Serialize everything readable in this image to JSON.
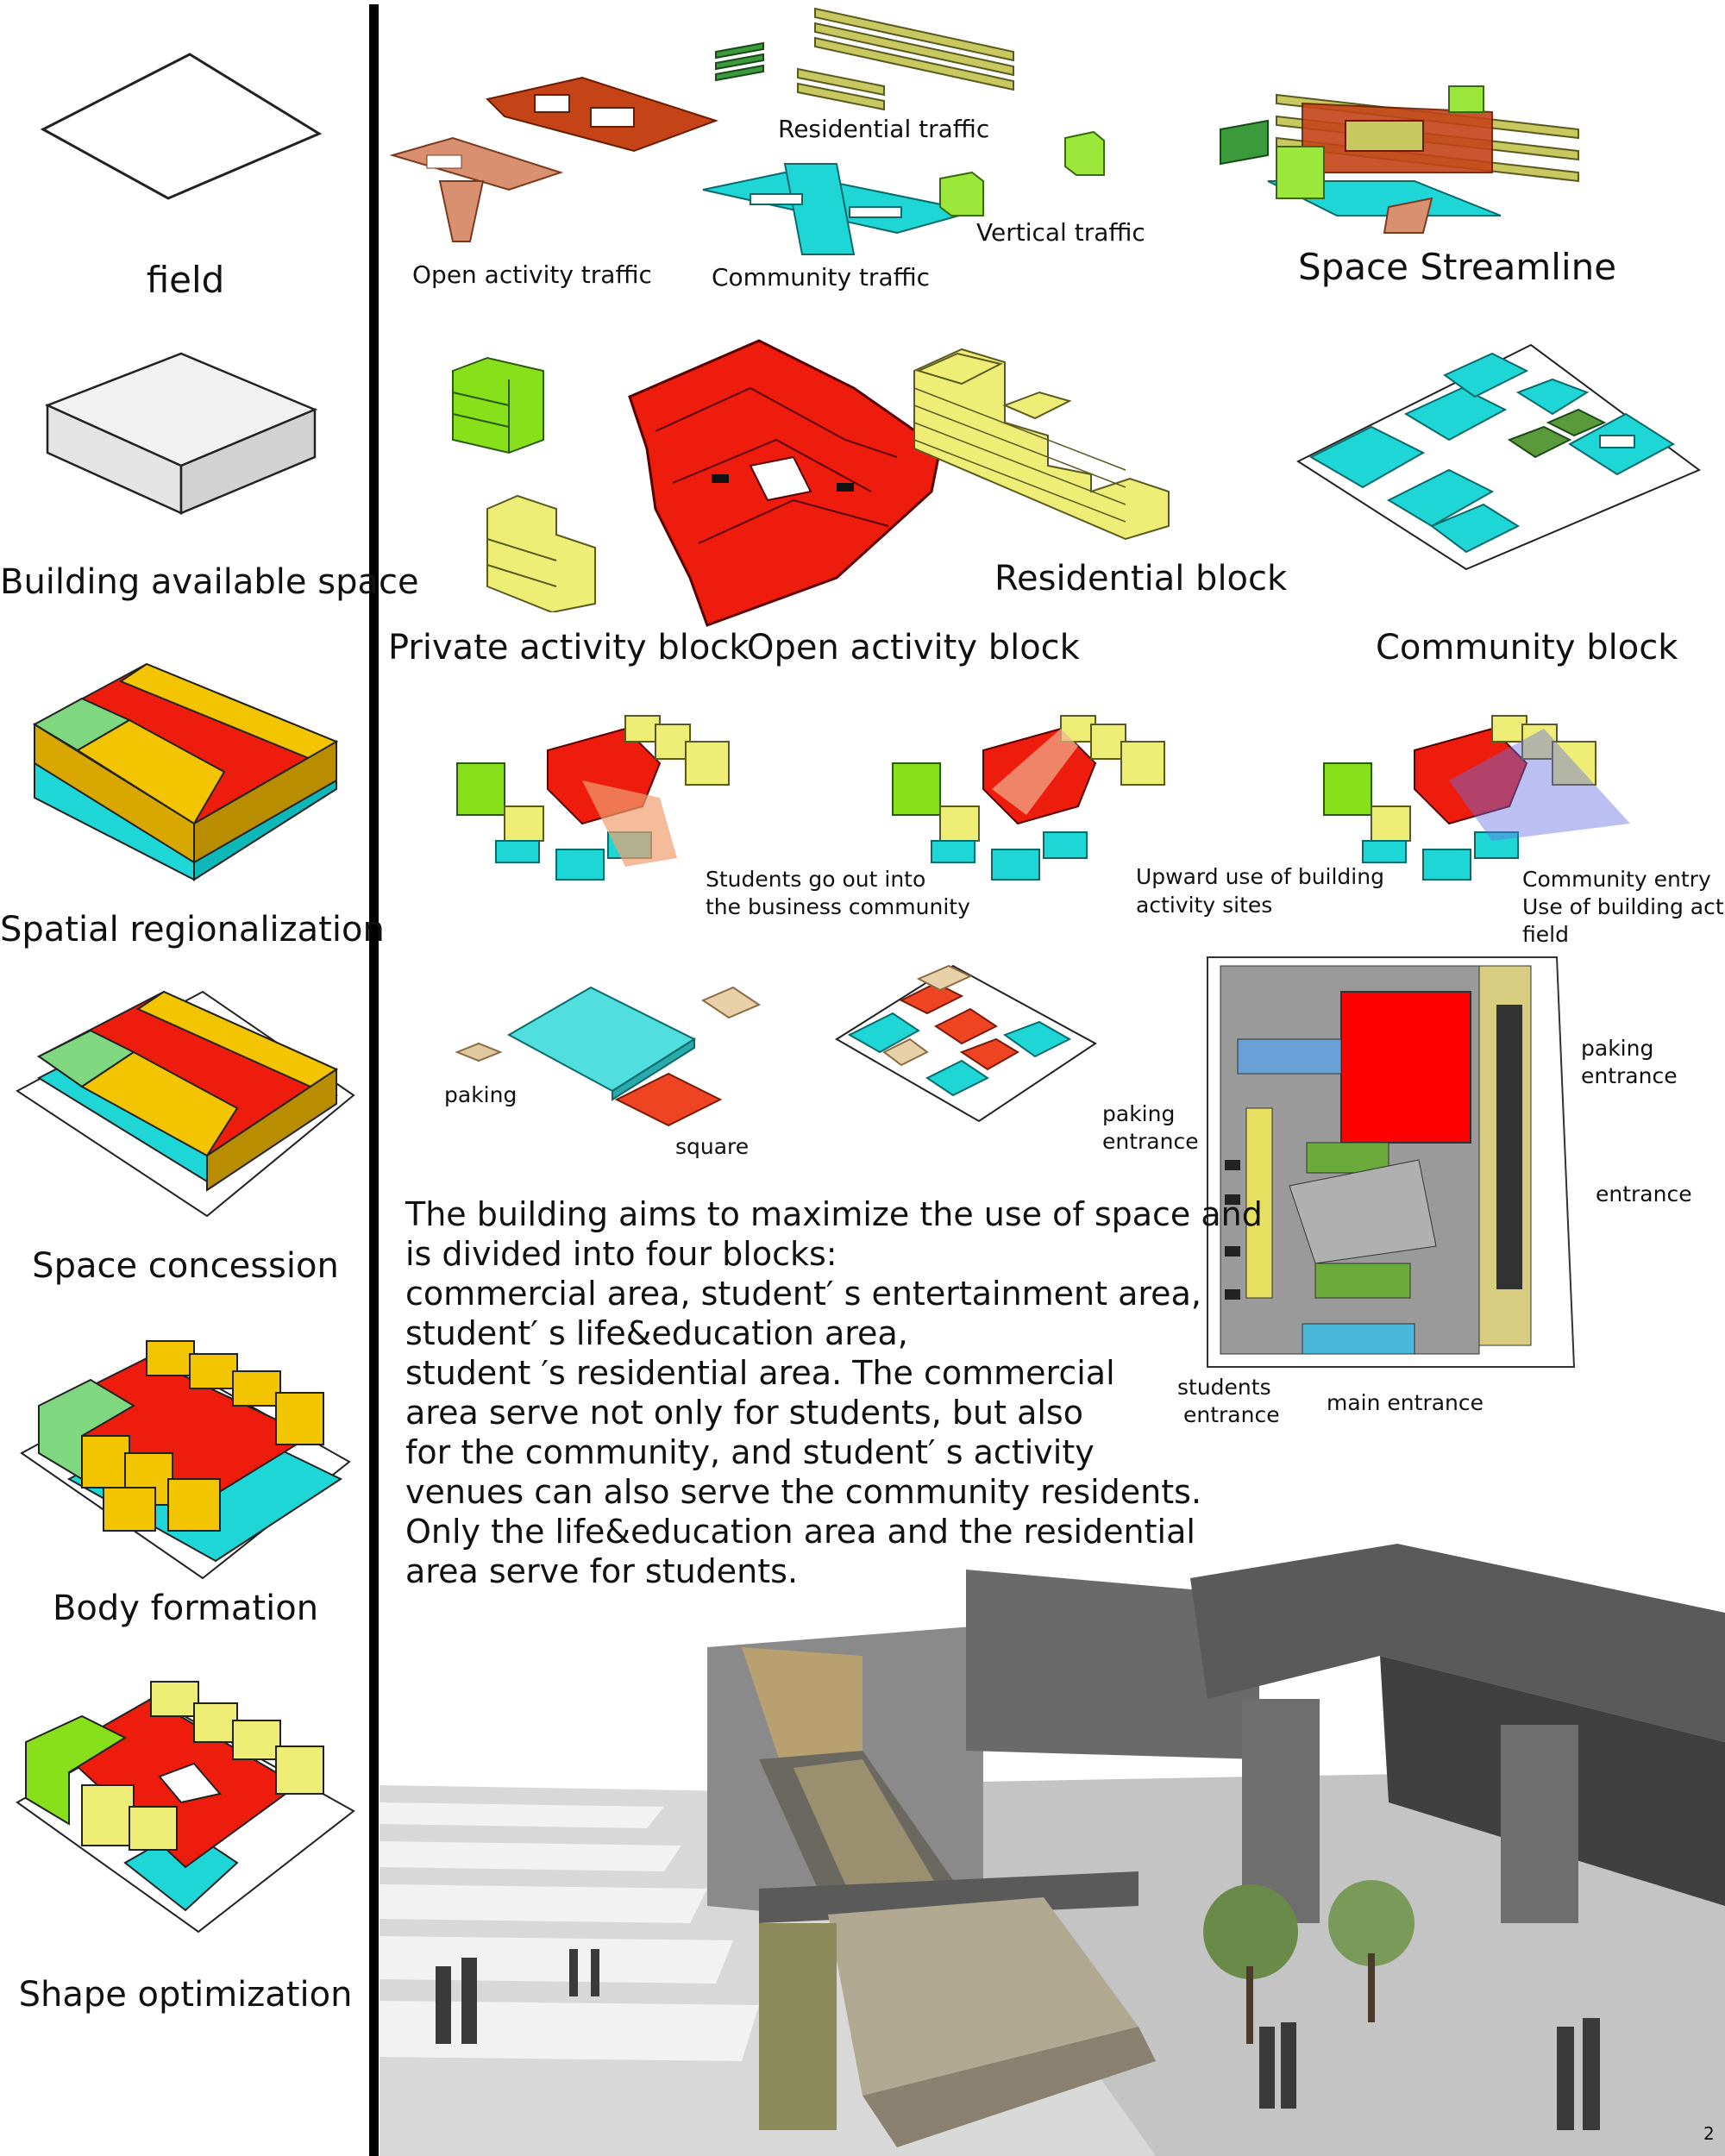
{
  "steps": [
    {
      "label": "field"
    },
    {
      "label": "Building available space"
    },
    {
      "label": "Spatial regionalization"
    },
    {
      "label": "Space concession"
    },
    {
      "label": "Body formation"
    },
    {
      "label": "Shape optimization"
    }
  ],
  "traffic": {
    "residential": "Residential traffic",
    "vertical": "Vertical traffic",
    "open_activity": "Open activity traffic",
    "community": "Community traffic",
    "streamline": "Space Streamline"
  },
  "blocks": {
    "private": "Private activity block",
    "open": "Open activity block",
    "residential": "Residential block",
    "community": "Community block"
  },
  "flows": {
    "students_line1": "Students go out into",
    "students_line2": "the business community",
    "upward_line1": "Upward use of building",
    "upward_line2": "activity sites",
    "community_line1": "Community entry",
    "community_line2": "Use of building acti",
    "community_line3": "field"
  },
  "parking": {
    "paking": "paking",
    "square": "square"
  },
  "plan": {
    "paking_entrance_left_1": "paking",
    "paking_entrance_left_2": "entrance",
    "paking_entrance_right_1": "paking",
    "paking_entrance_right_2": "entrance",
    "entrance": "entrance",
    "students_entrance_1": "students",
    "students_entrance_2": "entrance",
    "main_entrance": "main entrance"
  },
  "description": [
    "The building aims to maximize the use of space and",
    "is divided into four blocks:",
    " commercial area, student′ s entertainment area,",
    "student′ s life&education area,",
    " student ′s residential area. The commercial",
    "area serve not  only for students, but also",
    " for the community, and student′ s activity",
    "venues can also serve the community residents.",
    " Only the life&education area and the  residential",
    "area serve for students."
  ],
  "page_number": "2",
  "colors": {
    "red": "#ee1c0c",
    "yellow": "#f2c500",
    "pale_yellow": "#eeee77",
    "cyan": "#1fd6d6",
    "green": "#7fd87f",
    "lime": "#88e01a",
    "orange_brown": "#c4501e",
    "copper": "#c98a6a",
    "olive": "#c8c860",
    "dark_green": "#3a8a3a",
    "gray": "#9a9a9a"
  }
}
